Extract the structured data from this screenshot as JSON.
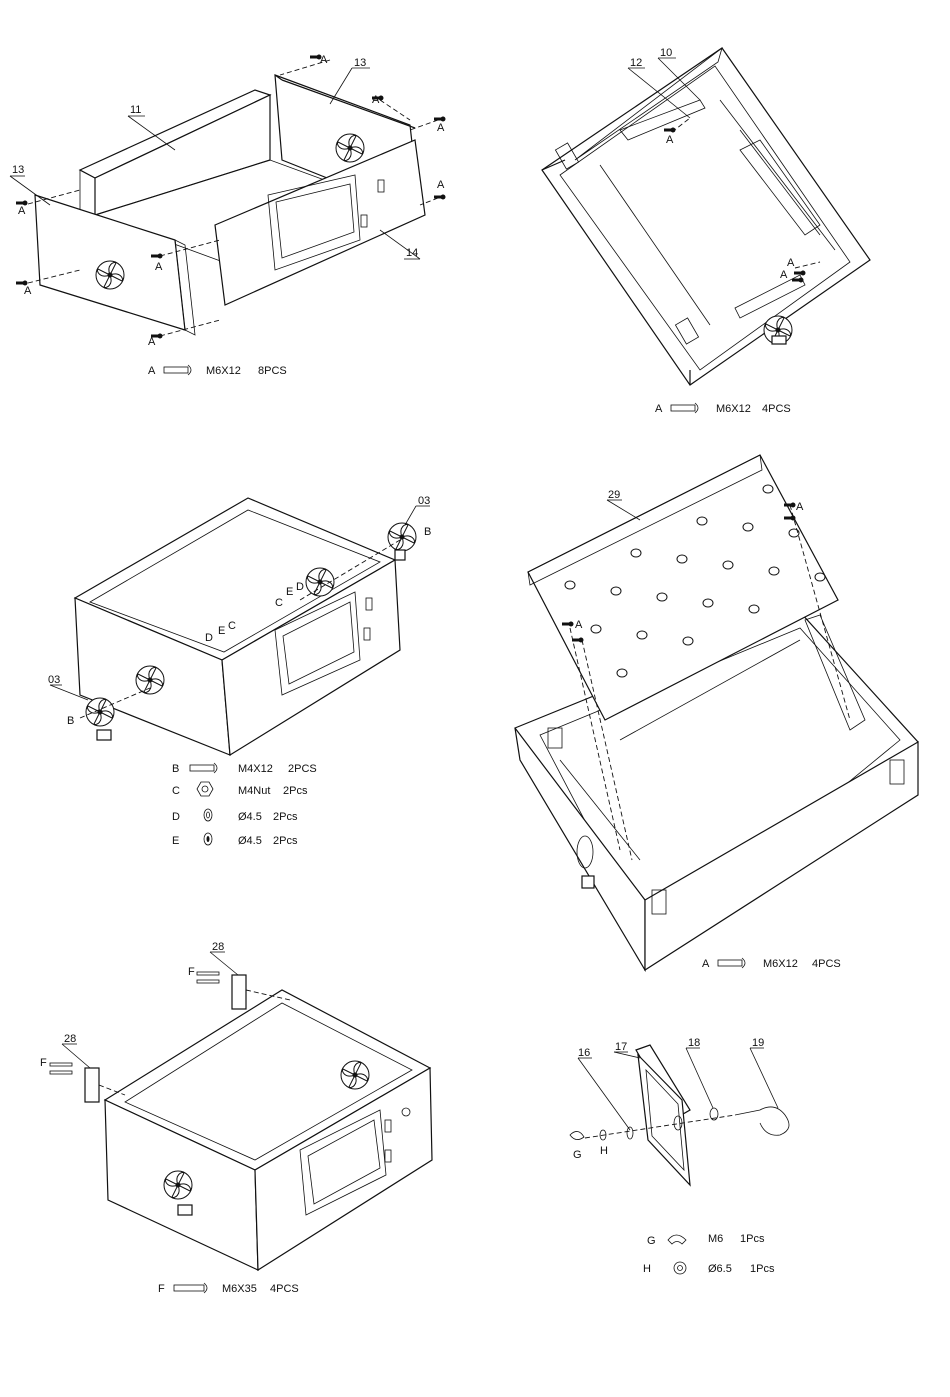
{
  "steps": [
    {
      "parts": [
        "11",
        "13",
        "13",
        "14"
      ],
      "callouts": [
        "A",
        "A",
        "A",
        "A",
        "A",
        "A",
        "A",
        "A"
      ],
      "hardware": [
        {
          "letter": "A",
          "spec": "M6X12",
          "qty": "8PCS"
        }
      ]
    },
    {
      "parts": [
        "10",
        "12"
      ],
      "callouts": [
        "A",
        "A",
        "A"
      ],
      "hardware": [
        {
          "letter": "A",
          "spec": "M6X12",
          "qty": "4PCS"
        }
      ]
    },
    {
      "parts": [
        "03",
        "03"
      ],
      "callouts": [
        "B",
        "B",
        "C",
        "D",
        "E",
        "C",
        "D",
        "E"
      ],
      "hardware": [
        {
          "letter": "B",
          "spec": "M4X12",
          "qty": "2PCS"
        },
        {
          "letter": "C",
          "spec": "M4Nut",
          "qty": "2Pcs"
        },
        {
          "letter": "D",
          "spec": "Ø4.5",
          "qty": "2Pcs"
        },
        {
          "letter": "E",
          "spec": "Ø4.5",
          "qty": "2Pcs"
        }
      ]
    },
    {
      "parts": [
        "29"
      ],
      "callouts": [
        "A",
        "A"
      ],
      "hardware": [
        {
          "letter": "A",
          "spec": "M6X12",
          "qty": "4PCS"
        }
      ]
    },
    {
      "parts": [
        "28",
        "28"
      ],
      "callouts": [
        "F",
        "F"
      ],
      "hardware": [
        {
          "letter": "F",
          "spec": "M6X35",
          "qty": "4PCS"
        }
      ]
    },
    {
      "parts": [
        "16",
        "17",
        "18",
        "19"
      ],
      "callouts": [
        "G",
        "H"
      ],
      "hardware": [
        {
          "letter": "G",
          "spec": "M6",
          "qty": "1Pcs"
        },
        {
          "letter": "H",
          "spec": "Ø6.5",
          "qty": "1Pcs"
        }
      ]
    }
  ],
  "icons": [
    "screw-icon",
    "nut-icon",
    "washer-icon",
    "lock-washer-icon",
    "wing-nut-icon",
    "fan-icon",
    "handle-icon",
    "hinge-icon"
  ]
}
